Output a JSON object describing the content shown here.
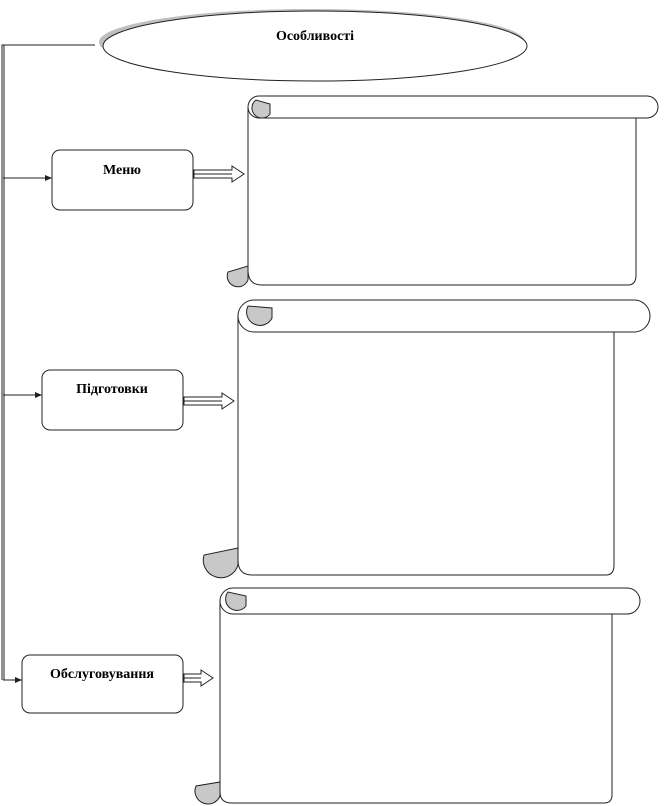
{
  "title": "Особливості",
  "items": [
    {
      "label": "Меню"
    },
    {
      "label": "Підготовки"
    },
    {
      "label": "Обслуговування"
    }
  ],
  "colors": {
    "stroke": "#222222",
    "shadow": "#bfbfbf",
    "curl": "#c8c8c8"
  }
}
